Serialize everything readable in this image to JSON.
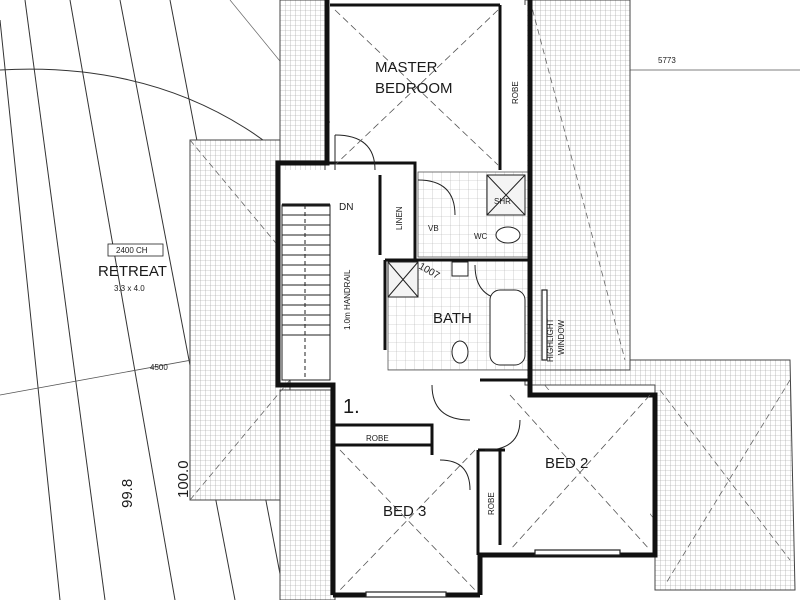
{
  "plan": {
    "rooms": {
      "master_bedroom_line1": "MASTER",
      "master_bedroom_line2": "BEDROOM",
      "bath": "BATH",
      "bed2": "BED 2",
      "bed3": "BED 3",
      "retreat": "RETREAT",
      "retreat_size": "3.3 x 4.0",
      "retreat_ceiling": "2400 CH"
    },
    "fixtures": {
      "robe_master": "ROBE",
      "robe_bed3": "ROBE",
      "robe_bed2": "ROBE",
      "linen": "LINEN",
      "shower": "SHR",
      "wc": "WC",
      "vanity": "VB",
      "stair_down": "DN",
      "handrail": "1.0m HANDRAIL",
      "window_note_line1": "HIGHLIGHT",
      "window_note_line2": "WINDOW",
      "void_note": "1007"
    },
    "dimensions": {
      "top_right": "5773",
      "left_mid": "4500"
    },
    "levels": {
      "level_1": "99.8",
      "level_2": "100.0"
    },
    "floor_marker": "1."
  }
}
